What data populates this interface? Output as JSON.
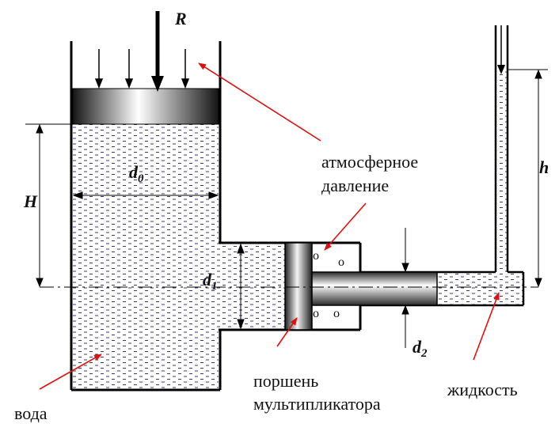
{
  "diagram": {
    "labels": {
      "force": "R",
      "height_left": "H",
      "height_right": "h",
      "d0_main": "d",
      "d0_sub": "0",
      "d1_main": "d",
      "d1_sub": "1",
      "d2_main": "d",
      "d2_sub": "2",
      "atm_line1": "атмосферное",
      "atm_line2": "давление",
      "piston_line1": "поршень",
      "piston_line2": "мультипликатора",
      "liquid": "жидкость",
      "water": "вода",
      "hole_1": "o",
      "hole_2": "o",
      "hole_3": "o",
      "hole_4": "o"
    },
    "colors": {
      "outline": "#000000",
      "arrow": "#e01010",
      "fill_dash": "#3a3a6a"
    }
  }
}
